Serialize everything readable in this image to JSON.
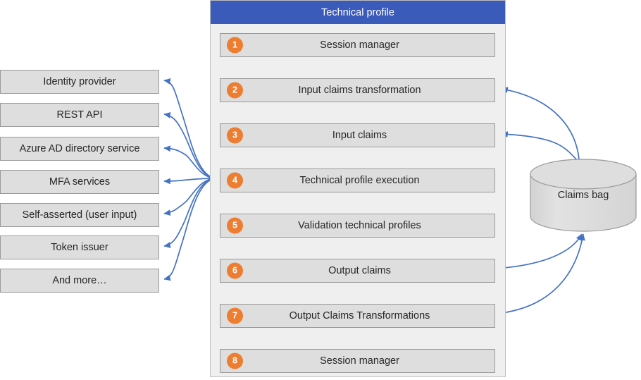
{
  "diagram": {
    "title": "Technical profile",
    "colors": {
      "header_blue": "#3A5BBA",
      "badge_orange": "#ED7D31",
      "arrow_blue": "#4472C4",
      "box_gray": "#DEDEDE",
      "container_gray": "#EFEFEF",
      "border_gray": "#9A9A9A",
      "text": "#262626"
    }
  },
  "sources": {
    "items": [
      {
        "label": "Identity provider"
      },
      {
        "label": "REST API"
      },
      {
        "label": "Azure AD directory service"
      },
      {
        "label": "MFA services"
      },
      {
        "label": "Self-asserted (user input)"
      },
      {
        "label": "Token issuer"
      },
      {
        "label": "And more…"
      }
    ]
  },
  "steps": [
    {
      "number": "1",
      "label": "Session manager"
    },
    {
      "number": "2",
      "label": "Input claims transformation"
    },
    {
      "number": "3",
      "label": "Input claims"
    },
    {
      "number": "4",
      "label": "Technical profile execution"
    },
    {
      "number": "5",
      "label": "Validation technical profiles"
    },
    {
      "number": "6",
      "label": "Output claims"
    },
    {
      "number": "7",
      "label": "Output Claims Transformations"
    },
    {
      "number": "8",
      "label": "Session manager"
    }
  ],
  "store": {
    "label": "Claims bag"
  }
}
